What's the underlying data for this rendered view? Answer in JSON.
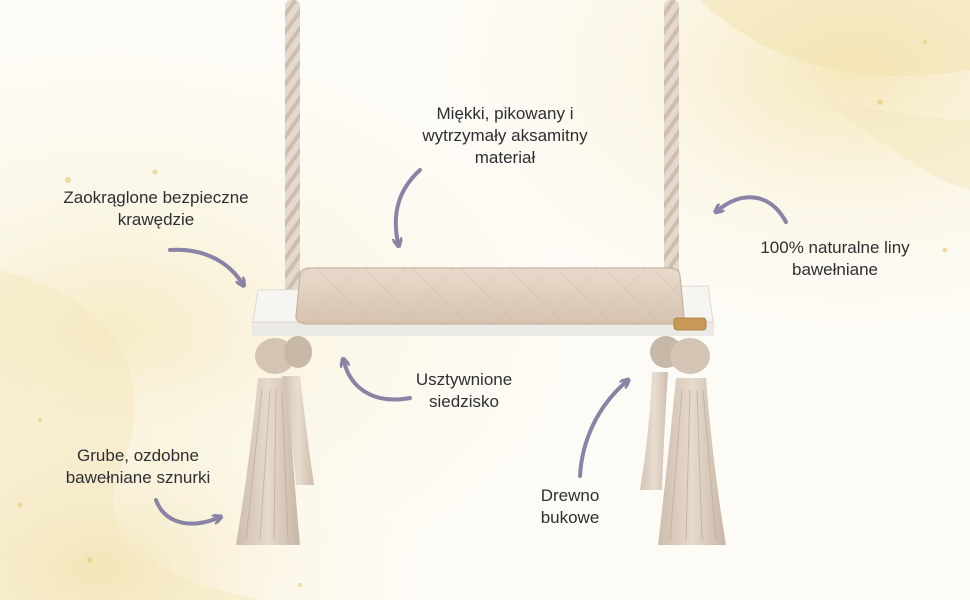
{
  "labels": {
    "soft_material": [
      "Miękki, pikowany i",
      "wytrzymały aksamitny",
      "materiał"
    ],
    "rounded_edges": [
      "Zaokrąglone bezpieczne",
      "krawędzie"
    ],
    "cotton_ropes": [
      "100% naturalne liny",
      "bawełniane"
    ],
    "reinforced_seat": [
      "Usztywnione",
      "siedzisko"
    ],
    "decorative_strings": [
      "Grube, ozdobne",
      "bawełniane sznurki"
    ],
    "beech_wood": [
      "Drewno",
      "bukowe"
    ]
  },
  "colors": {
    "arrow": "#8a83a6",
    "text": "#2f2f33",
    "background": "#fbf7ea",
    "cushion": "#e3d3c3",
    "seat": "#f6f4f2",
    "rope": "#ded2c4"
  }
}
